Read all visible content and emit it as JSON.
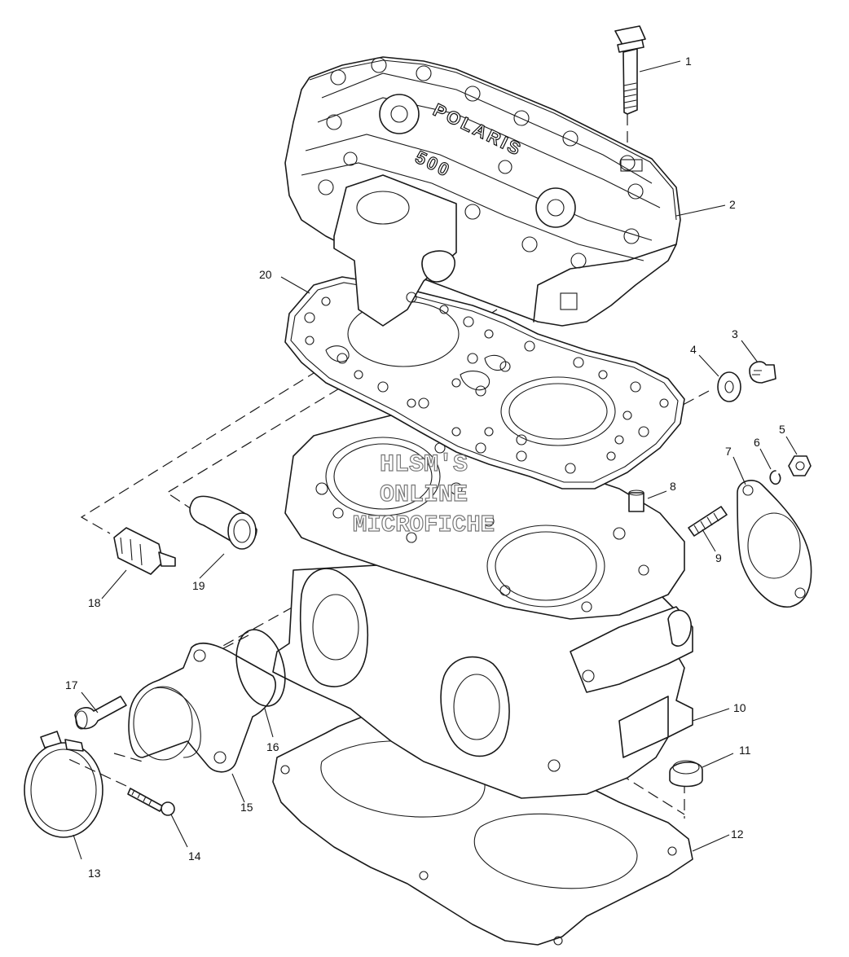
{
  "callouts": [
    "1",
    "2",
    "3",
    "4",
    "5",
    "6",
    "7",
    "8",
    "9",
    "10",
    "11",
    "12",
    "13",
    "14",
    "15",
    "16",
    "17",
    "18",
    "19",
    "20"
  ],
  "cover_emboss": {
    "brand": "POLARIS",
    "model": "500"
  },
  "watermark": {
    "line1": "HLSM'S",
    "line2": "ONLINE",
    "line3": "MICROFICHE"
  }
}
